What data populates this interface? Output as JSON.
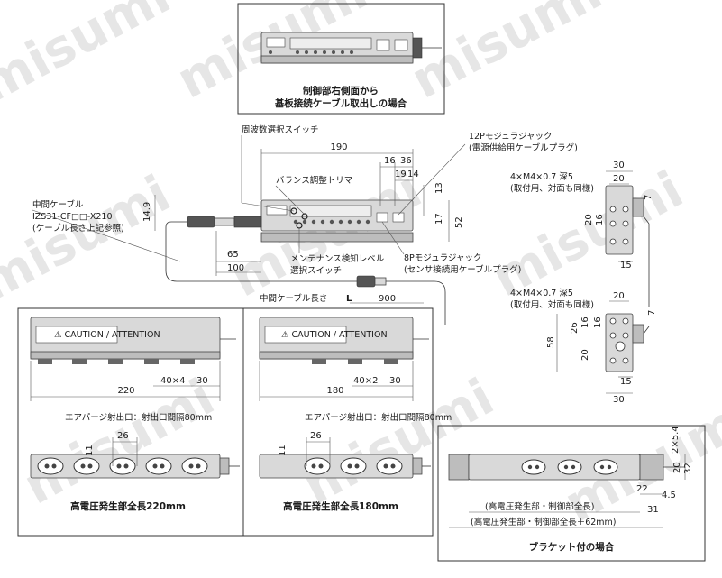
{
  "watermark": "misumi",
  "top_view": {
    "caption_line1": "制御部右側面から",
    "caption_line2": "基板接続ケーブル取出しの場合"
  },
  "control_labels": {
    "freq_switch": "周波数選択スイッチ",
    "balance_trimmer": "バランス調整トリマ",
    "maintenance_level": "メンテナンス検知レベル",
    "select_switch": "選択スイッチ",
    "jack12_line1": "12Pモジュラジャック",
    "jack12_line2": "(電源供給用ケーブルプラグ)",
    "jack8_line1": "8Pモジュラジャック",
    "jack8_line2": "(センサ接続用ケーブルプラグ)"
  },
  "cable": {
    "title": "中間ケーブル",
    "model": "IZS31-CF□□-X210",
    "note": "(ケーブル長さ上記参照)",
    "length_label": "中間ケーブル長さ",
    "L": "L"
  },
  "dims": {
    "d190": "190",
    "d16": "16",
    "d36": "36",
    "d19": "19",
    "d14": "14",
    "d13": "13",
    "d17": "17",
    "d52": "52",
    "d149": "14.9",
    "d65": "65",
    "d100": "100",
    "d900": "900",
    "d220": "220",
    "d180": "180",
    "d40x4": "40×4",
    "d40x2": "40×2",
    "d30": "30",
    "d26": "26",
    "d11": "11",
    "d20": "20",
    "d7": "7",
    "d16b": "16",
    "d15": "15",
    "d58": "58",
    "d2x54": "2×5.4",
    "d32": "32",
    "d22": "22",
    "d45": "4.5",
    "d31": "31"
  },
  "bracket": {
    "screw": "4×M4×0.7 深5",
    "screw_note": "(取付用、対面も同様)",
    "len_line1": "(高電圧発生部・制御部全長)",
    "len_line2": "(高電圧発生部・制御部全長＋62mm)",
    "caption": "ブラケット付の場合"
  },
  "unit220": {
    "caption": "高電圧発生部全長220mm",
    "purge": "エアパージ射出口：射出口間隔80mm",
    "warning": "⚠ CAUTION / ATTENTION"
  },
  "unit180": {
    "caption": "高電圧発生部全長180mm",
    "purge": "エアパージ射出口：射出口間隔80mm",
    "warning": "⚠ CAUTION / ATTENTION"
  }
}
